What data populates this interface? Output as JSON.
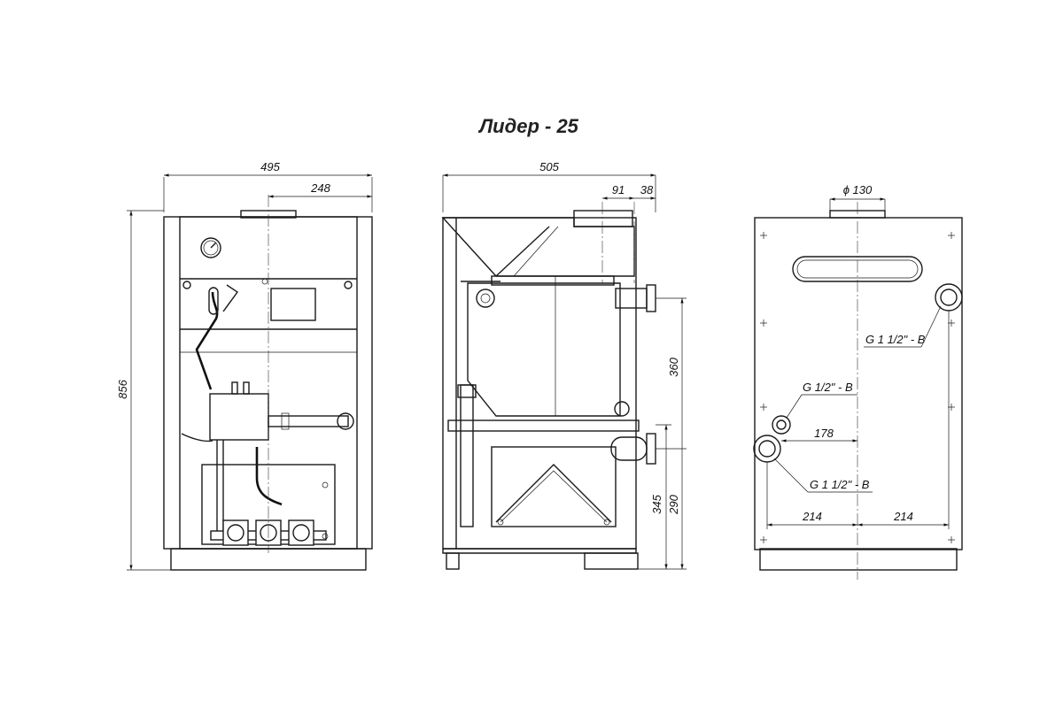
{
  "title": "Лидер - 25",
  "views": {
    "front": {
      "width": "495",
      "half": "248",
      "height": "856"
    },
    "side": {
      "depth": "505",
      "d1": "91",
      "d2": "38",
      "h_top_outlet": "360",
      "h_lower_outlet": "290",
      "h_bottom": "345"
    },
    "rear": {
      "flue": "ϕ 130",
      "upper_pipe": "G 1 1/2\" - B",
      "mid_pipe": "G 1/2\" - B",
      "lower_pipe": "G 1 1/2\" - B",
      "offset": "178",
      "left_span": "214",
      "right_span": "214"
    }
  }
}
